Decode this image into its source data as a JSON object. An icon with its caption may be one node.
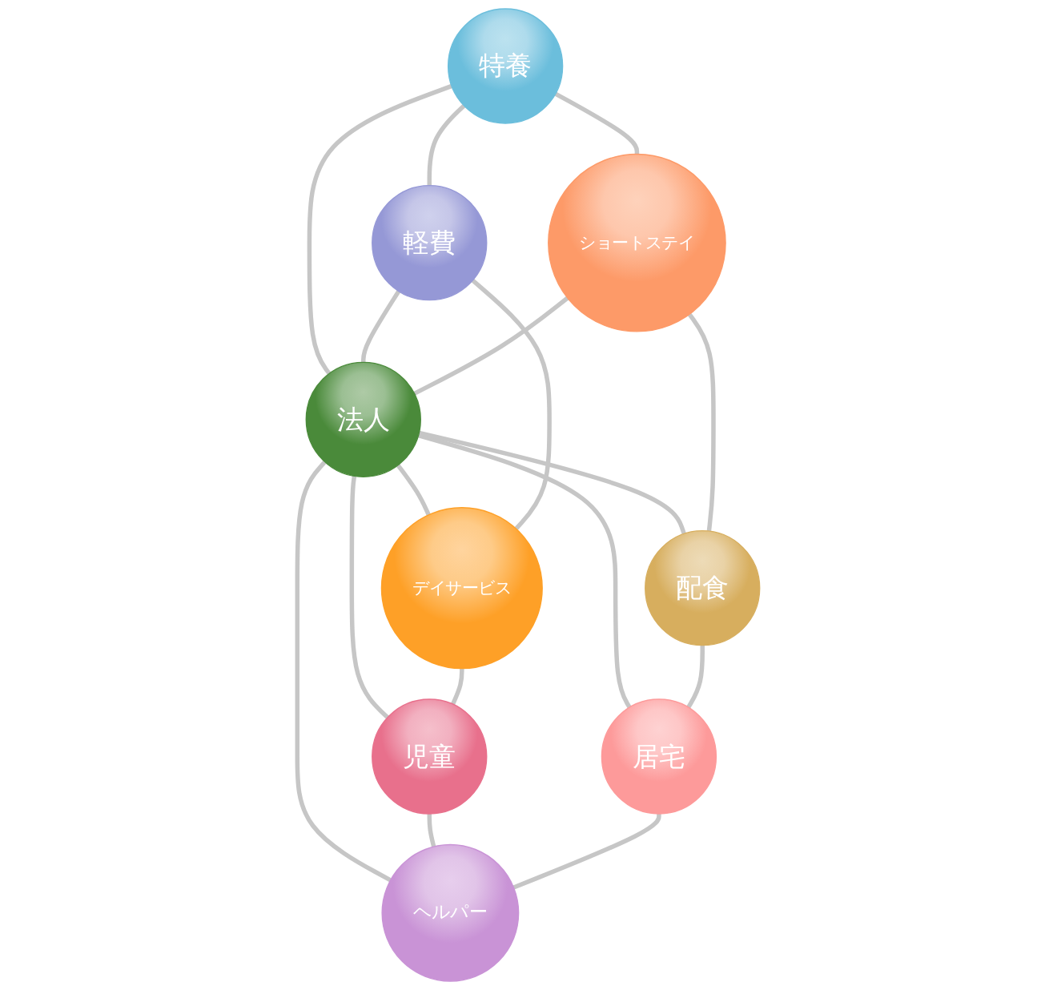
{
  "diagram": {
    "nodes": [
      {
        "text": [
          "法人"
        ]
      },
      {
        "text": [
          "特養"
        ]
      },
      {
        "text": [
          "軽費"
        ]
      },
      {
        "text": [
          "デイサービス"
        ]
      },
      {
        "text": [
          "児童"
        ]
      },
      {
        "text": [
          "ヘルパー"
        ]
      },
      {
        "text": [
          "居宅"
        ]
      },
      {
        "text": [
          "配食"
        ]
      },
      {
        "text": [
          "ショートステイ"
        ]
      }
    ],
    "edges": [
      {
        "from": 1,
        "to": 0,
        "arrow": "none"
      },
      {
        "from": 2,
        "to": 0,
        "arrow": "none"
      },
      {
        "from": 0,
        "to": 3,
        "arrow": "none"
      },
      {
        "from": 0,
        "to": 4,
        "arrow": "none"
      },
      {
        "from": 0,
        "to": 5,
        "arrow": "none"
      },
      {
        "from": 0,
        "to": 6,
        "arrow": "none"
      },
      {
        "from": 0,
        "to": 7,
        "arrow": "none"
      },
      {
        "from": 8,
        "to": 0,
        "arrow": "none"
      },
      {
        "from": 1,
        "to": 2,
        "arrow": "none"
      },
      {
        "from": 2,
        "to": 3,
        "arrow": "none"
      },
      {
        "from": 3,
        "to": 4,
        "arrow": "none"
      },
      {
        "from": 4,
        "to": 5,
        "arrow": "none"
      },
      {
        "from": 6,
        "to": 5,
        "arrow": "none"
      },
      {
        "from": 7,
        "to": 6,
        "arrow": "none"
      },
      {
        "from": 8,
        "to": 7,
        "arrow": "none"
      },
      {
        "from": 1,
        "to": 8,
        "arrow": "none"
      }
    ]
  }
}
